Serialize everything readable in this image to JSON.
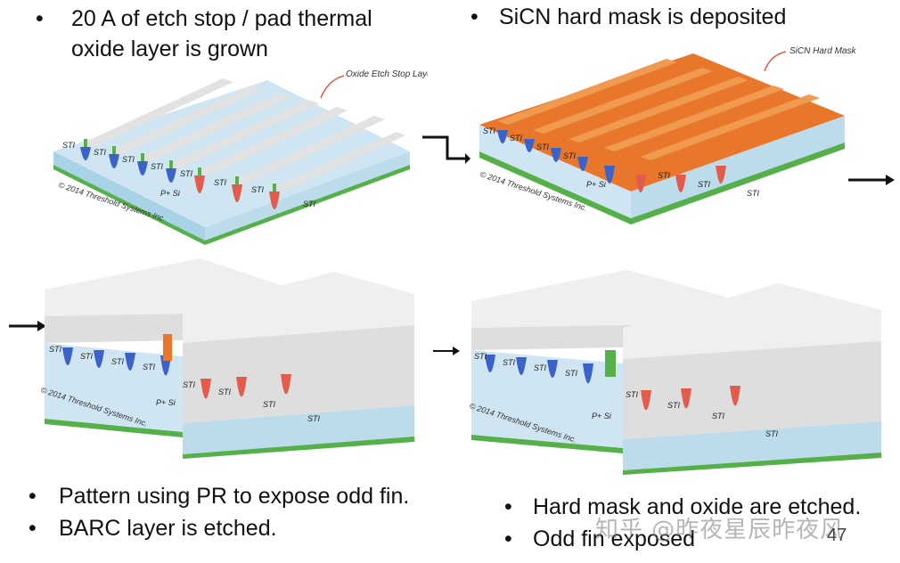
{
  "bullets": {
    "tl_line1": "20 A of etch stop / pad thermal",
    "tl_line2": "oxide layer is grown",
    "tr": "SiCN hard mask is deposited",
    "bl1": "Pattern using PR to expose odd fin.",
    "bl2": "BARC layer is etched.",
    "br1": "Hard mask and oxide are etched.",
    "br2": "Odd fin exposed",
    "dot": "•"
  },
  "callouts": {
    "oxide": "Oxide Etch Stop Layer",
    "sicn": "SiCN Hard Mask"
  },
  "labels": {
    "sti": "STI",
    "psi": "P+ Si",
    "copyright": "© 2014 Threshold Systems Inc."
  },
  "watermark": "知乎 @昨夜星辰昨夜风",
  "page_number": "47",
  "colors": {
    "substrate": "#cfe6f2",
    "substrate_side": "#a9d2e6",
    "green": "#55b04a",
    "blue_sti": "#3a62c8",
    "red_sti": "#e25b4b",
    "orange": "#e8762b",
    "gray": "#dcdcdc",
    "arrow": "#111111"
  }
}
